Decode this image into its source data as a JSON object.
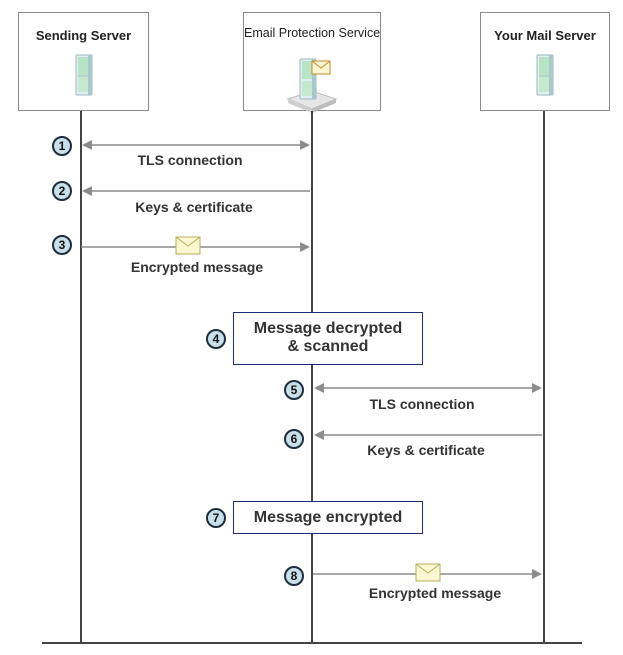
{
  "servers": {
    "sending": {
      "title": "Sending Server",
      "icon": "server-icon"
    },
    "protection": {
      "title": "Email Protection Service",
      "icon": "email-server-icon"
    },
    "mail": {
      "title": "Your Mail Server",
      "icon": "server-icon"
    }
  },
  "steps": [
    {
      "number": "1",
      "label": "TLS connection",
      "direction": "both",
      "from": "sending",
      "to": "protection"
    },
    {
      "number": "2",
      "label": "Keys & certificate",
      "direction": "left",
      "from": "protection",
      "to": "sending"
    },
    {
      "number": "3",
      "label": "Encrypted message",
      "direction": "right",
      "from": "sending",
      "to": "protection",
      "envelope": true
    },
    {
      "number": "4",
      "line1": "Message decrypted",
      "line2": "& scanned"
    },
    {
      "number": "5",
      "label": "TLS connection",
      "direction": "both",
      "from": "protection",
      "to": "mail"
    },
    {
      "number": "6",
      "label": "Keys & certificate",
      "direction": "left",
      "from": "mail",
      "to": "protection"
    },
    {
      "number": "7",
      "label": "Message encrypted"
    },
    {
      "number": "8",
      "label": "Encrypted message",
      "direction": "right",
      "from": "protection",
      "to": "mail",
      "envelope": true
    }
  ],
  "colors": {
    "arrow": "#8c8c8c",
    "lifeline": "#444444",
    "step_fill": "#c9dfe9",
    "step_border": "#1e2e3e",
    "action_border": "#1f2b7a",
    "envelope_fill": "#fbf7d2",
    "envelope_stroke": "#b8ad5a"
  }
}
